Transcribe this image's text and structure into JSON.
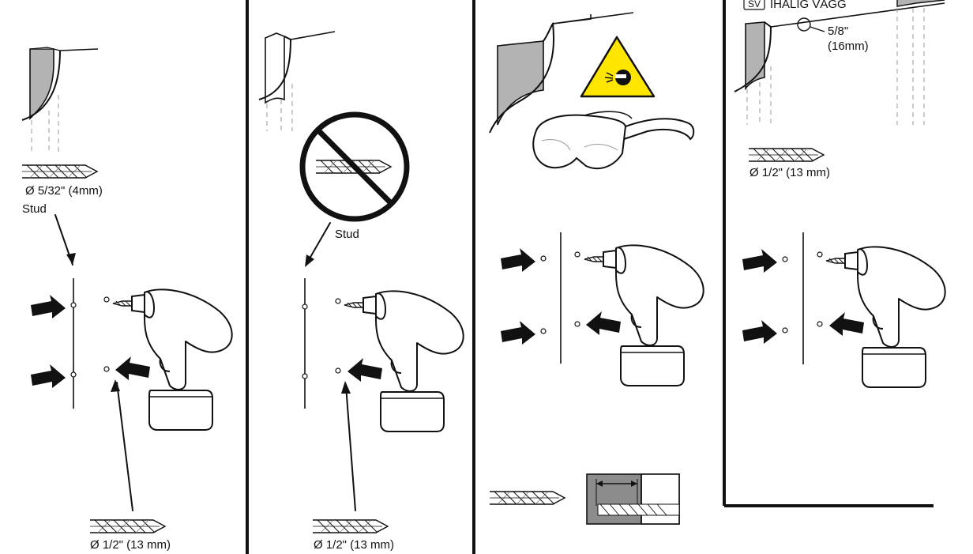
{
  "panel1": {
    "drill_small": "Ø 5/32\" (4mm)",
    "stud": "Stud",
    "drill_large": "Ø 1/2\" (13 mm)"
  },
  "panel2": {
    "stud": "Stud",
    "drill_large": "Ø 1/2\" (13 mm)"
  },
  "panel4": {
    "badge": "SV",
    "wall_type": "IHÅLIG VÄGG",
    "wall_thickness_in": "5/8\"",
    "wall_thickness_mm": "(16mm)",
    "drill_large": "Ø 1/2\" (13 mm)"
  },
  "colors": {
    "ink": "#111111",
    "wall_gray": "#b3b3b3",
    "warning_yellow": "#ffe600",
    "dowel_gray": "#8c8c8c"
  },
  "icons": [
    "drill-bit-icon",
    "power-drill-icon",
    "arrow-icon",
    "no-symbol-icon",
    "warning-triangle-icon",
    "safety-glasses-icon",
    "wall-section-icon"
  ]
}
